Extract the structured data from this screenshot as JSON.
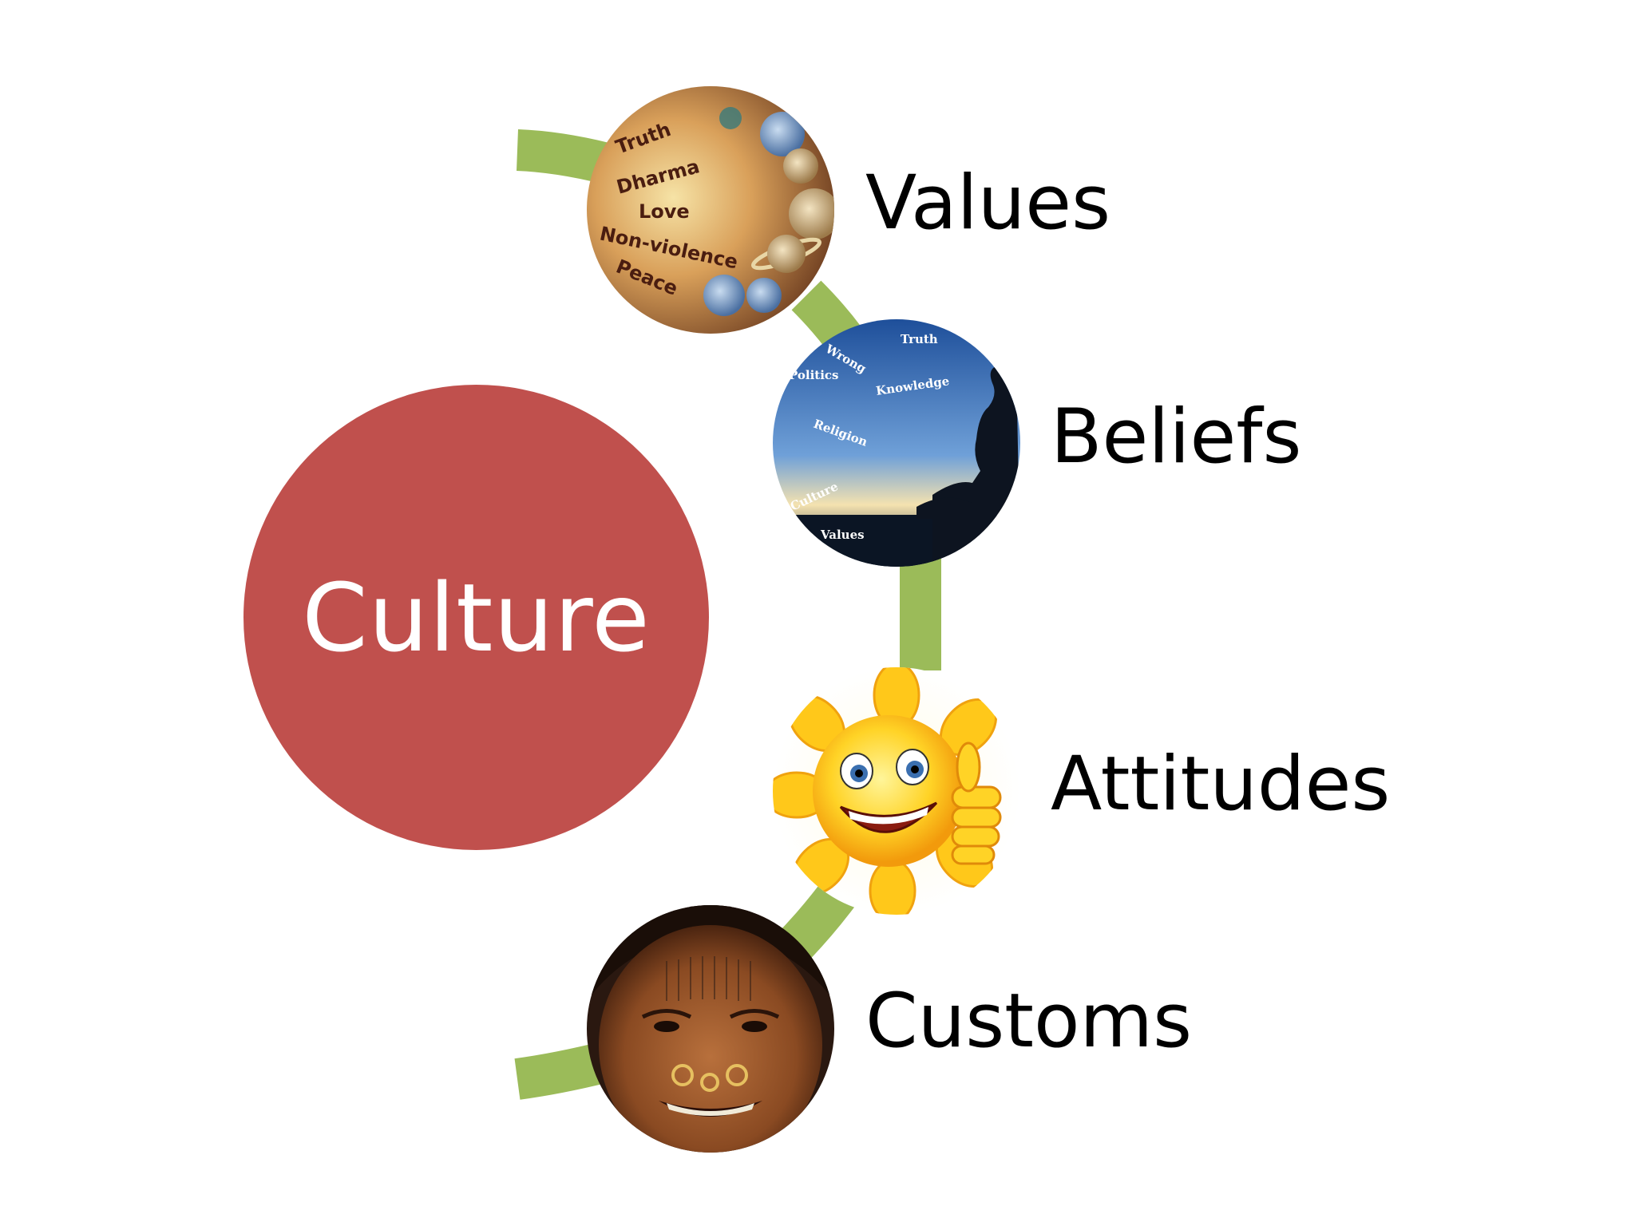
{
  "center": {
    "label": "Culture"
  },
  "items": [
    {
      "label": "Values"
    },
    {
      "label": "Beliefs"
    },
    {
      "label": "Attitudes"
    },
    {
      "label": "Customs"
    }
  ],
  "image_text": {
    "values": [
      "Truth",
      "Dharma",
      "Love",
      "Non-violence",
      "Peace"
    ],
    "beliefs": [
      "Truth",
      "Wrong",
      "Politics",
      "Knowledge",
      "Religion",
      "Culture",
      "Values"
    ]
  },
  "colors": {
    "center_fill": "#c0504d",
    "connector": "#9bbb59",
    "label_text": "#000000"
  }
}
